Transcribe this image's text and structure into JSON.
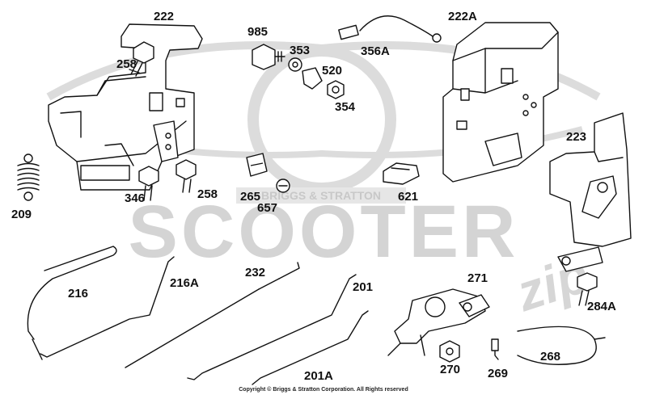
{
  "watermark": {
    "word": "SCOOTER",
    "script_word": "zip",
    "badge_text": "BRIGGS & STRATTON",
    "color": "#d9d9d9"
  },
  "labels": [
    {
      "id": "222",
      "text": "222"
    },
    {
      "id": "258a",
      "text": "258"
    },
    {
      "id": "985",
      "text": "985"
    },
    {
      "id": "353",
      "text": "353"
    },
    {
      "id": "520",
      "text": "520"
    },
    {
      "id": "354",
      "text": "354"
    },
    {
      "id": "356a",
      "text": "356A"
    },
    {
      "id": "222a",
      "text": "222A"
    },
    {
      "id": "223",
      "text": "223"
    },
    {
      "id": "209",
      "text": "209"
    },
    {
      "id": "346",
      "text": "346"
    },
    {
      "id": "258b",
      "text": "258"
    },
    {
      "id": "265",
      "text": "265"
    },
    {
      "id": "657",
      "text": "657"
    },
    {
      "id": "621",
      "text": "621"
    },
    {
      "id": "216",
      "text": "216"
    },
    {
      "id": "216a",
      "text": "216A"
    },
    {
      "id": "232",
      "text": "232"
    },
    {
      "id": "201",
      "text": "201"
    },
    {
      "id": "271",
      "text": "271"
    },
    {
      "id": "284a",
      "text": "284A"
    },
    {
      "id": "201a",
      "text": "201A"
    },
    {
      "id": "270",
      "text": "270"
    },
    {
      "id": "269",
      "text": "269"
    },
    {
      "id": "268",
      "text": "268"
    }
  ],
  "copyright": "Copyright © Briggs & Stratton Corporation. All Rights reserved"
}
